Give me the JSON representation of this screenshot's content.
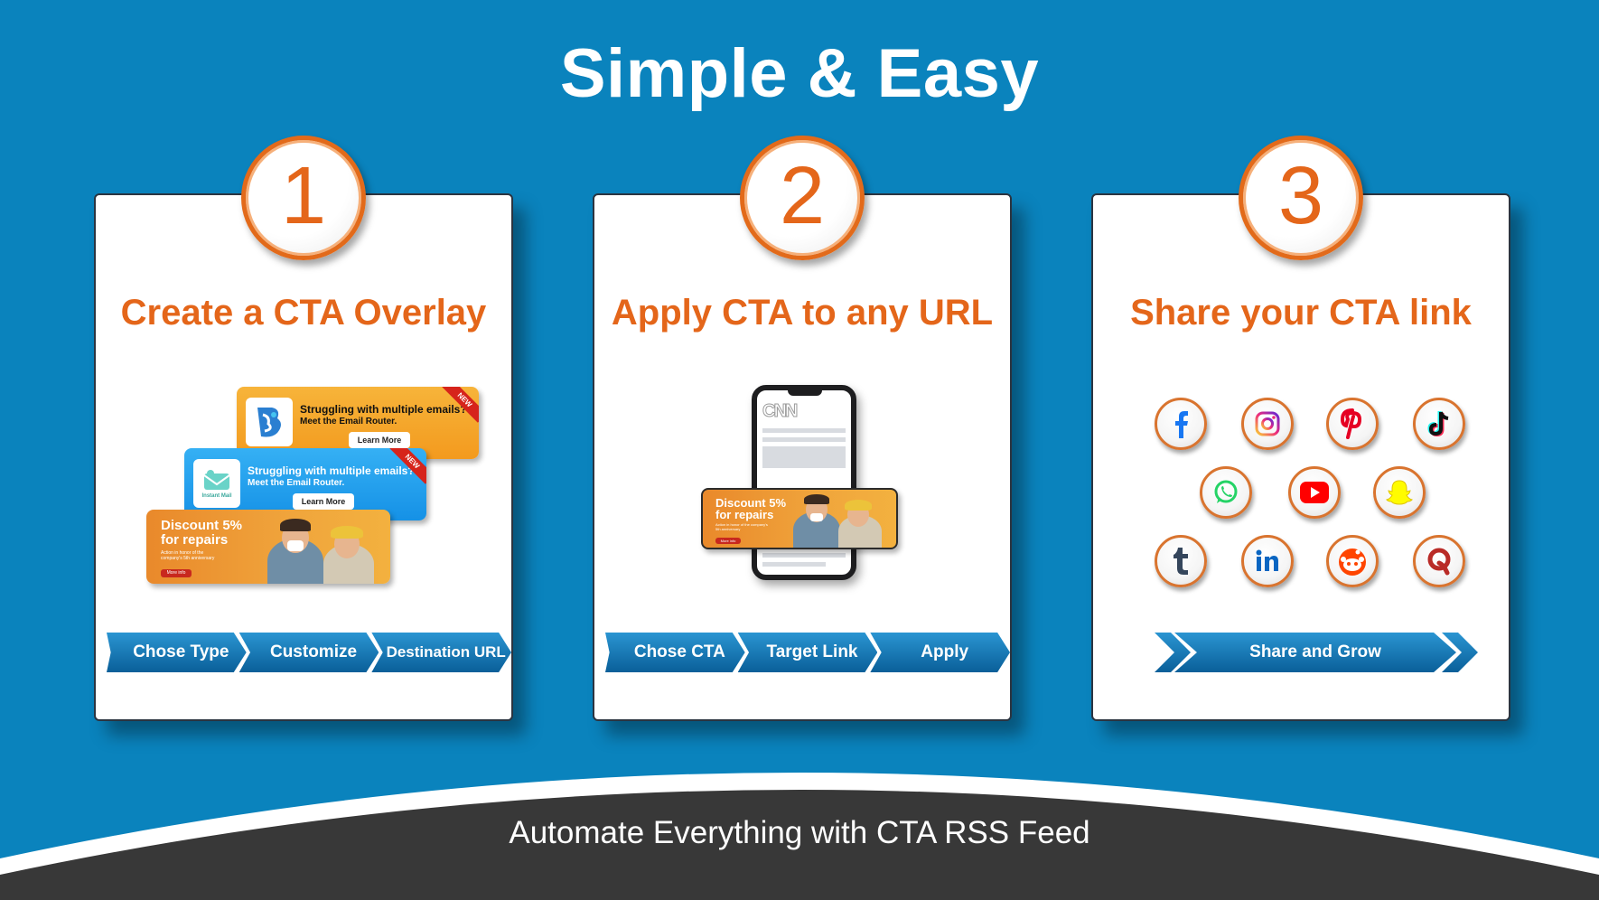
{
  "headline": "Simple & Easy",
  "cards": [
    {
      "number": "1",
      "title": "Create a CTA Overlay",
      "steps": [
        "Chose Type",
        "Customize",
        "Destination URL"
      ],
      "overlays": {
        "email_router": {
          "title": "Struggling with multiple emails?",
          "subtitle": "Meet the Email Router.",
          "button": "Learn More",
          "ribbon": "NEW",
          "color": "#f5a623"
        },
        "instant_mail": {
          "title": "Struggling with multiple emails?",
          "subtitle": "Meet the Email Router.",
          "button": "Learn More",
          "ribbon": "NEW",
          "logo_text": "Instant Mail",
          "color": "#1f9ef0"
        },
        "discount": {
          "title": "Discount 5%",
          "title2": "for repairs",
          "subtitle": "Action in honor of the company's 5th anniversary",
          "button": "More info"
        }
      }
    },
    {
      "number": "2",
      "title": "Apply CTA to any URL",
      "steps": [
        "Chose CTA",
        "Target Link",
        "Apply"
      ],
      "phone": {
        "brand": "CNN",
        "promo_title": "Discount 5%",
        "promo_title2": "for repairs",
        "promo_subtitle": "Action in honor of the company's 5th anniversary",
        "promo_button": "More info"
      }
    },
    {
      "number": "3",
      "title": "Share your CTA link",
      "steps": [
        "Share and Grow"
      ],
      "social_icons": [
        {
          "name": "facebook-icon",
          "glyph": "f",
          "color": "#1877f2"
        },
        {
          "name": "instagram-icon",
          "glyph": "◎",
          "color": "#d62976"
        },
        {
          "name": "pinterest-icon",
          "glyph": "P",
          "color": "#e60023"
        },
        {
          "name": "tiktok-icon",
          "glyph": "♪",
          "color": "#111111"
        },
        {
          "name": "whatsapp-icon",
          "glyph": "✆",
          "color": "#25d366"
        },
        {
          "name": "youtube-icon",
          "glyph": "▶",
          "color": "#ff0000"
        },
        {
          "name": "snapchat-icon",
          "glyph": "👻",
          "color": "#fffc00"
        },
        {
          "name": "tumblr-icon",
          "glyph": "t",
          "color": "#35465c"
        },
        {
          "name": "linkedin-icon",
          "glyph": "in",
          "color": "#0a66c2"
        },
        {
          "name": "reddit-icon",
          "glyph": "●",
          "color": "#ff4500"
        },
        {
          "name": "quora-icon",
          "glyph": "Q",
          "color": "#b92b27"
        }
      ]
    }
  ],
  "footer": "Automate Everything with CTA RSS Feed",
  "colors": {
    "background": "#0a83bd",
    "accent": "#e4661a",
    "footer": "#383838"
  }
}
